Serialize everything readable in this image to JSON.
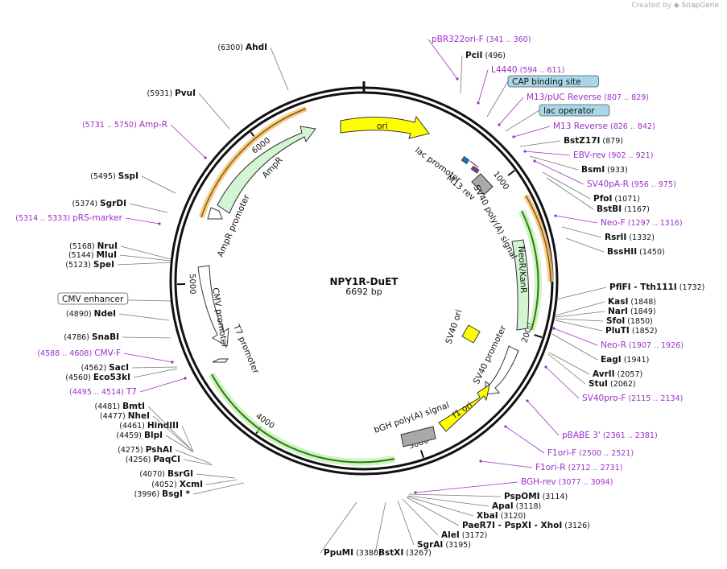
{
  "credit": {
    "prefix": "Created by",
    "brand": "SnapGene"
  },
  "plasmid": {
    "name": "NPY1R-DuET",
    "length_label": "6692 bp",
    "length": 6692
  },
  "ticks": [
    {
      "bp": 1000,
      "label": "1000"
    },
    {
      "bp": 2000,
      "label": "2000"
    },
    {
      "bp": 3000,
      "label": "3000"
    },
    {
      "bp": 4000,
      "label": "4000"
    },
    {
      "bp": 5000,
      "label": "5000"
    },
    {
      "bp": 6000,
      "label": "6000"
    }
  ],
  "colors": {
    "primer": "#9b30c8",
    "feature_green": "#d3f5d3",
    "feature_yellow": "#ffff00",
    "feature_gray": "#a9a9a9",
    "feature_orange": "#f5c27a",
    "box_blue": "#a8d8e8"
  },
  "features": [
    {
      "name": "ori",
      "kind": "arrow",
      "color": "yellow"
    },
    {
      "name": "AmpR",
      "kind": "arrow",
      "color": "green"
    },
    {
      "name": "AmpR promoter",
      "kind": "arrow",
      "color": "white"
    },
    {
      "name": "lac promoter",
      "kind": "small"
    },
    {
      "name": "M13 rev",
      "kind": "small"
    },
    {
      "name": "SV40 poly(A) signal",
      "kind": "box",
      "color": "gray"
    },
    {
      "name": "NeoR/KanR",
      "kind": "arrow",
      "color": "green"
    },
    {
      "name": "SV40 ori",
      "kind": "box",
      "color": "yellow"
    },
    {
      "name": "SV40 promoter",
      "kind": "arrow",
      "color": "white"
    },
    {
      "name": "f1 ori",
      "kind": "arrow",
      "color": "yellow"
    },
    {
      "name": "bGH poly(A) signal",
      "kind": "box",
      "color": "gray"
    },
    {
      "name": "CMV promoter",
      "kind": "arrow",
      "color": "white"
    },
    {
      "name": "T7 promoter",
      "kind": "arrow",
      "color": "white"
    }
  ],
  "boxed_labels": [
    "CAP binding site",
    "lac operator",
    "CMV enhancer"
  ],
  "sites": [
    {
      "type": "primer",
      "name": "pBR322ori-F",
      "pos": "(341 .. 360)"
    },
    {
      "type": "enzyme",
      "name": "PciI",
      "pos": "(496)"
    },
    {
      "type": "primer",
      "name": "L4440",
      "pos": "(594 .. 611)"
    },
    {
      "type": "box",
      "name": "CAP binding site",
      "pos": ""
    },
    {
      "type": "primer",
      "name": "M13/pUC Reverse",
      "pos": "(807 .. 829)"
    },
    {
      "type": "box",
      "name": "lac operator",
      "pos": ""
    },
    {
      "type": "primer",
      "name": "M13 Reverse",
      "pos": "(826 .. 842)"
    },
    {
      "type": "enzyme",
      "name": "BstZ17I",
      "pos": "(879)"
    },
    {
      "type": "primer",
      "name": "EBV-rev",
      "pos": "(902 .. 921)"
    },
    {
      "type": "enzyme",
      "name": "BsmI",
      "pos": "(933)"
    },
    {
      "type": "primer",
      "name": "SV40pA-R",
      "pos": "(956 .. 975)"
    },
    {
      "type": "enzyme",
      "name": "PfoI",
      "pos": "(1071)"
    },
    {
      "type": "enzyme",
      "name": "BstBI",
      "pos": "(1167)"
    },
    {
      "type": "primer",
      "name": "Neo-F",
      "pos": "(1297 .. 1316)"
    },
    {
      "type": "enzyme",
      "name": "RsrII",
      "pos": "(1332)"
    },
    {
      "type": "enzyme",
      "name": "BssHII",
      "pos": "(1450)"
    },
    {
      "type": "enzyme",
      "name": "PflFI - Tth111I",
      "pos": "(1732)"
    },
    {
      "type": "enzyme",
      "name": "KasI",
      "pos": "(1848)"
    },
    {
      "type": "enzyme",
      "name": "NarI",
      "pos": "(1849)"
    },
    {
      "type": "enzyme",
      "name": "SfoI",
      "pos": "(1850)"
    },
    {
      "type": "enzyme",
      "name": "PluTI",
      "pos": "(1852)"
    },
    {
      "type": "primer",
      "name": "Neo-R",
      "pos": "(1907 .. 1926)"
    },
    {
      "type": "enzyme",
      "name": "EagI",
      "pos": "(1941)"
    },
    {
      "type": "enzyme",
      "name": "AvrII",
      "pos": "(2057)"
    },
    {
      "type": "enzyme",
      "name": "StuI",
      "pos": "(2062)"
    },
    {
      "type": "primer",
      "name": "SV40pro-F",
      "pos": "(2115 .. 2134)"
    },
    {
      "type": "primer",
      "name": "pBABE 3'",
      "pos": "(2361 .. 2381)"
    },
    {
      "type": "primer",
      "name": "F1ori-F",
      "pos": "(2500 .. 2521)"
    },
    {
      "type": "primer",
      "name": "F1ori-R",
      "pos": "(2712 .. 2731)"
    },
    {
      "type": "primer",
      "name": "BGH-rev",
      "pos": "(3077 .. 3094)"
    },
    {
      "type": "enzyme",
      "name": "PspOMI",
      "pos": "(3114)"
    },
    {
      "type": "enzyme",
      "name": "ApaI",
      "pos": "(3118)"
    },
    {
      "type": "enzyme",
      "name": "XbaI",
      "pos": "(3120)"
    },
    {
      "type": "enzyme",
      "name": "PaeR7I - PspXI - XhoI",
      "pos": "(3126)"
    },
    {
      "type": "enzyme",
      "name": "AleI",
      "pos": "(3172)"
    },
    {
      "type": "enzyme",
      "name": "SgrAI",
      "pos": "(3195)"
    },
    {
      "type": "enzyme",
      "name": "BstXI",
      "pos": "(3267)"
    },
    {
      "type": "enzyme",
      "name": "PpuMI",
      "pos": "(3380)"
    },
    {
      "type": "enzyme",
      "name": "BsgI *",
      "pos": "(3996)"
    },
    {
      "type": "enzyme",
      "name": "XcmI",
      "pos": "(4052)"
    },
    {
      "type": "enzyme",
      "name": "BsrGI",
      "pos": "(4070)"
    },
    {
      "type": "enzyme",
      "name": "PaqCI",
      "pos": "(4256)"
    },
    {
      "type": "enzyme",
      "name": "PshAI",
      "pos": "(4275)"
    },
    {
      "type": "enzyme",
      "name": "BlpI",
      "pos": "(4459)"
    },
    {
      "type": "enzyme",
      "name": "HindIII",
      "pos": "(4461)"
    },
    {
      "type": "enzyme",
      "name": "NheI",
      "pos": "(4477)"
    },
    {
      "type": "enzyme",
      "name": "BmtI",
      "pos": "(4481)"
    },
    {
      "type": "primer",
      "name": "T7",
      "pos": "(4495 .. 4514)"
    },
    {
      "type": "enzyme",
      "name": "Eco53kI",
      "pos": "(4560)"
    },
    {
      "type": "enzyme",
      "name": "SacI",
      "pos": "(4562)"
    },
    {
      "type": "primer",
      "name": "CMV-F",
      "pos": "(4588 .. 4608)"
    },
    {
      "type": "enzyme",
      "name": "SnaBI",
      "pos": "(4786)"
    },
    {
      "type": "enzyme",
      "name": "NdeI",
      "pos": "(4890)"
    },
    {
      "type": "box",
      "name": "CMV enhancer",
      "pos": ""
    },
    {
      "type": "enzyme",
      "name": "SpeI",
      "pos": "(5123)"
    },
    {
      "type": "enzyme",
      "name": "MluI",
      "pos": "(5144)"
    },
    {
      "type": "enzyme",
      "name": "NruI",
      "pos": "(5168)"
    },
    {
      "type": "primer",
      "name": "pRS-marker",
      "pos": "(5314 .. 5333)"
    },
    {
      "type": "enzyme",
      "name": "SgrDI",
      "pos": "(5374)"
    },
    {
      "type": "enzyme",
      "name": "SspI",
      "pos": "(5495)"
    },
    {
      "type": "primer",
      "name": "Amp-R",
      "pos": "(5731 .. 5750)"
    },
    {
      "type": "enzyme",
      "name": "PvuI",
      "pos": "(5931)"
    },
    {
      "type": "enzyme",
      "name": "AhdI",
      "pos": "(6300)"
    }
  ]
}
